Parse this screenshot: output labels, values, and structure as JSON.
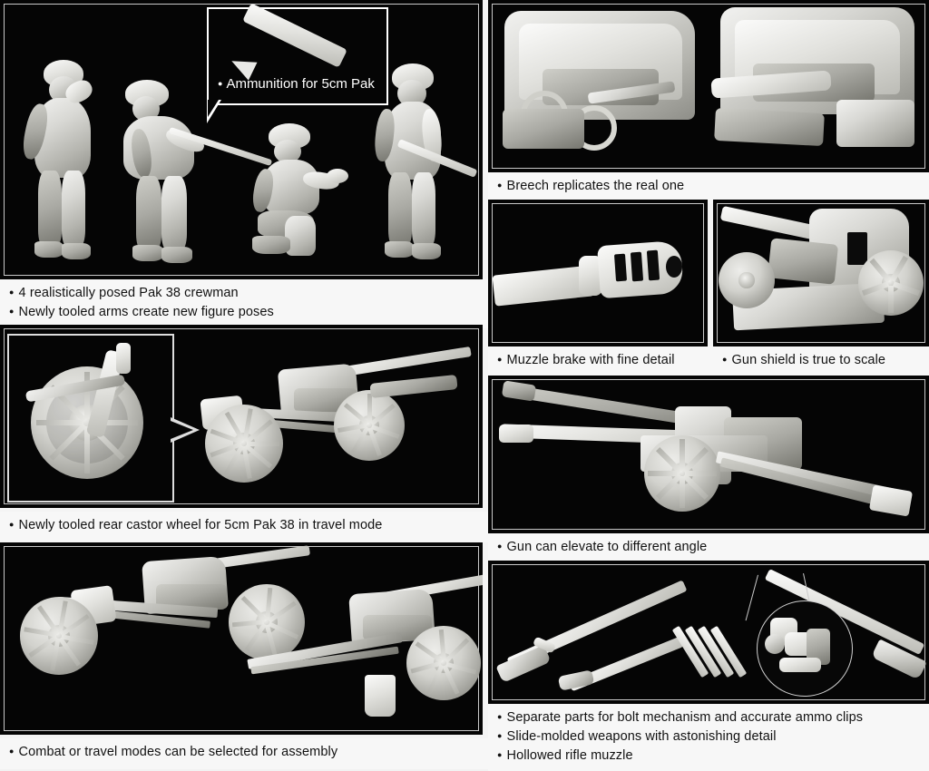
{
  "sheet": {
    "background_color": "#f4f4f4",
    "photo_background_color": "#050505",
    "caption_background_color": "#f7f7f7",
    "caption_text_color": "#111111"
  },
  "left_column": {
    "crew_panel": {
      "name": "Pak 38 crew figures",
      "callout": {
        "label": "Ammunition for 5cm Pak",
        "subject": "5cm artillery round"
      },
      "captions": [
        "4 realistically posed Pak 38 crewman",
        "Newly tooled arms create new figure poses"
      ]
    },
    "castor_panel": {
      "name": "Rear castor wheel and gun in travel mode",
      "inset_subject": "rear castor wheel close-up",
      "captions": [
        "Newly tooled rear castor wheel for 5cm Pak 38 in travel mode"
      ]
    },
    "modes_panel": {
      "name": "Gun in combat and travel modes",
      "captions": [
        "Combat or travel modes can be selected for assembly"
      ]
    }
  },
  "right_column": {
    "breech_panel": {
      "name": "Breech assembly",
      "captions": [
        "Breech replicates the real one"
      ]
    },
    "muzzle_panel": {
      "name": "Muzzle brake",
      "captions": [
        "Muzzle brake with fine detail"
      ]
    },
    "shield_panel": {
      "name": "Gun shield",
      "captions": [
        "Gun shield is true to scale"
      ]
    },
    "elevation_panel": {
      "name": "Gun elevation",
      "captions": [
        "Gun can elevate to different angle"
      ]
    },
    "weapons_panel": {
      "name": "Rifles, bolt mechanism and ammo clips",
      "magnifier_subject": "rifle bolt mechanism close-up",
      "captions": [
        "Separate parts for bolt mechanism and accurate ammo clips",
        "Slide-molded weapons with astonishing detail",
        "Hollowed rifle muzzle"
      ]
    }
  }
}
